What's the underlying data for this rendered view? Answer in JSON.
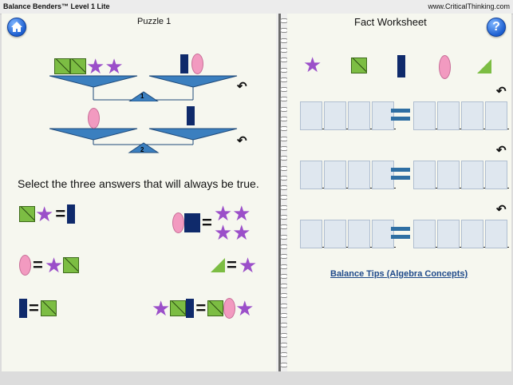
{
  "topbar": {
    "app_title": "Balance Benders™ Level 1 Lite",
    "site": "www.CriticalThinking.com"
  },
  "left": {
    "puzzle_title": "Puzzle 1",
    "home_icon": "home-icon",
    "balance_labels": [
      "1",
      "2"
    ],
    "prompt": "Select the three answers that will always be true.",
    "undo_icon": "undo-icon"
  },
  "right": {
    "title": "Fact Worksheet",
    "help_label": "?",
    "tips_link": "Balance Tips (Algebra Concepts)",
    "palette": [
      "purple-star",
      "green-square",
      "navy-rectangle",
      "pink-oval",
      "green-triangle"
    ]
  },
  "colors": {
    "green": "#7cbd43",
    "navy": "#0f2a6b",
    "pink": "#f29ac0",
    "purple": "#9b4fc9",
    "equals_blue": "#2f6fa3",
    "beam": "#2f6fa3"
  }
}
